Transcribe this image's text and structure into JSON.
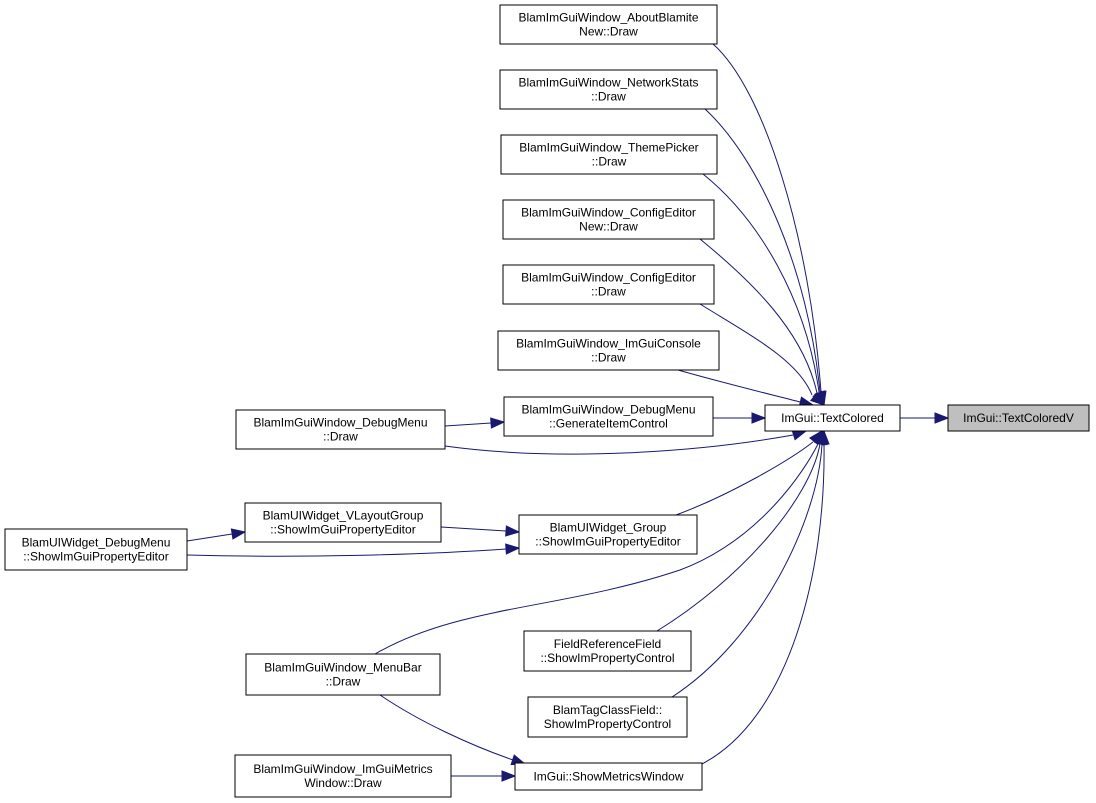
{
  "colors": {
    "edge": "#191970",
    "node_fill": "#ffffff",
    "current_node_fill": "#bfbfbf",
    "node_border": "#000000"
  },
  "nodes": [
    {
      "id": "textcoloredv",
      "lines": [
        "ImGui::TextColoredV"
      ],
      "current": true
    },
    {
      "id": "textcolored",
      "lines": [
        "ImGui::TextColored"
      ]
    },
    {
      "id": "aboutblamite",
      "lines": [
        "BlamImGuiWindow_AboutBlamite",
        "New::Draw"
      ]
    },
    {
      "id": "networkstats",
      "lines": [
        "BlamImGuiWindow_NetworkStats",
        "::Draw"
      ]
    },
    {
      "id": "themepicker",
      "lines": [
        "BlamImGuiWindow_ThemePicker",
        "::Draw"
      ]
    },
    {
      "id": "configeditornew",
      "lines": [
        "BlamImGuiWindow_ConfigEditor",
        "New::Draw"
      ]
    },
    {
      "id": "configeditor",
      "lines": [
        "BlamImGuiWindow_ConfigEditor",
        "::Draw"
      ]
    },
    {
      "id": "imguiconsole",
      "lines": [
        "BlamImGuiWindow_ImGuiConsole",
        "::Draw"
      ]
    },
    {
      "id": "debugmenu_gen",
      "lines": [
        "BlamImGuiWindow_DebugMenu",
        "::GenerateItemControl"
      ]
    },
    {
      "id": "debugmenu_draw",
      "lines": [
        "BlamImGuiWindow_DebugMenu",
        "::Draw"
      ]
    },
    {
      "id": "vlayoutgroup",
      "lines": [
        "BlamUIWidget_VLayoutGroup",
        "::ShowImGuiPropertyEditor"
      ]
    },
    {
      "id": "uidebugmenu",
      "lines": [
        "BlamUIWidget_DebugMenu",
        "::ShowImGuiPropertyEditor"
      ]
    },
    {
      "id": "widgetgroup",
      "lines": [
        "BlamUIWidget_Group",
        "::ShowImGuiPropertyEditor"
      ]
    },
    {
      "id": "fieldref",
      "lines": [
        "FieldReferenceField",
        "::ShowImPropertyControl"
      ]
    },
    {
      "id": "tagclassfield",
      "lines": [
        "BlamTagClassField::",
        "ShowImPropertyControl"
      ]
    },
    {
      "id": "menubar",
      "lines": [
        "BlamImGuiWindow_MenuBar",
        "::Draw"
      ]
    },
    {
      "id": "showmetrics",
      "lines": [
        "ImGui::ShowMetricsWindow"
      ]
    },
    {
      "id": "metricswindow",
      "lines": [
        "BlamImGuiWindow_ImGuiMetrics",
        "Window::Draw"
      ]
    }
  ],
  "edges": [
    {
      "from": "textcolored",
      "to": "textcoloredv"
    },
    {
      "from": "aboutblamite",
      "to": "textcolored"
    },
    {
      "from": "networkstats",
      "to": "textcolored"
    },
    {
      "from": "themepicker",
      "to": "textcolored"
    },
    {
      "from": "configeditornew",
      "to": "textcolored"
    },
    {
      "from": "configeditor",
      "to": "textcolored"
    },
    {
      "from": "imguiconsole",
      "to": "textcolored"
    },
    {
      "from": "debugmenu_gen",
      "to": "textcolored"
    },
    {
      "from": "debugmenu_draw",
      "to": "textcolored"
    },
    {
      "from": "widgetgroup",
      "to": "textcolored"
    },
    {
      "from": "menubar",
      "to": "textcolored"
    },
    {
      "from": "fieldref",
      "to": "textcolored"
    },
    {
      "from": "tagclassfield",
      "to": "textcolored"
    },
    {
      "from": "showmetrics",
      "to": "textcolored"
    },
    {
      "from": "debugmenu_draw",
      "to": "debugmenu_gen"
    },
    {
      "from": "vlayoutgroup",
      "to": "widgetgroup"
    },
    {
      "from": "uidebugmenu",
      "to": "widgetgroup"
    },
    {
      "from": "uidebugmenu",
      "to": "vlayoutgroup"
    },
    {
      "from": "menubar",
      "to": "showmetrics"
    },
    {
      "from": "metricswindow",
      "to": "showmetrics"
    }
  ]
}
